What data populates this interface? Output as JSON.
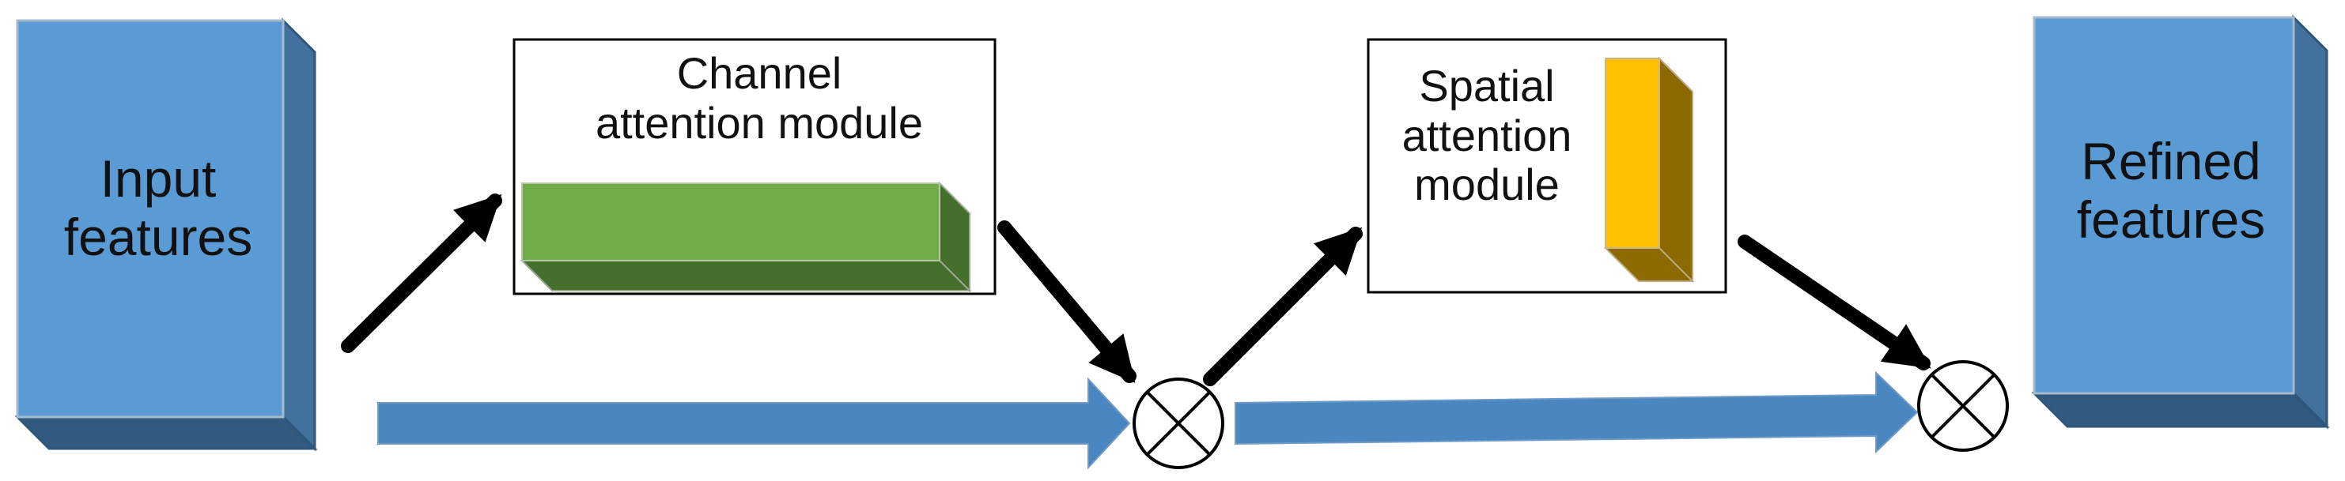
{
  "input_features": {
    "lines": [
      "Input",
      "features"
    ]
  },
  "channel_attention": {
    "lines": [
      "Channel",
      "attention module"
    ]
  },
  "spatial_attention": {
    "lines": [
      "Spatial",
      "attention",
      "module"
    ]
  },
  "refined_features": {
    "lines": [
      "Refined",
      "features"
    ]
  },
  "operators": [
    "elementwise-multiply",
    "elementwise-multiply"
  ],
  "colors": {
    "feature_front": "#5b9bd5",
    "feature_side": "#41719c",
    "feature_bottom": "#325a80",
    "channel_front": "#70ad47",
    "channel_dark": "#466e2c",
    "spatial_front": "#ffc000",
    "spatial_dark": "#8c6a00",
    "flow_arrow": "#4a86c0",
    "black_arrow": "#000000"
  }
}
